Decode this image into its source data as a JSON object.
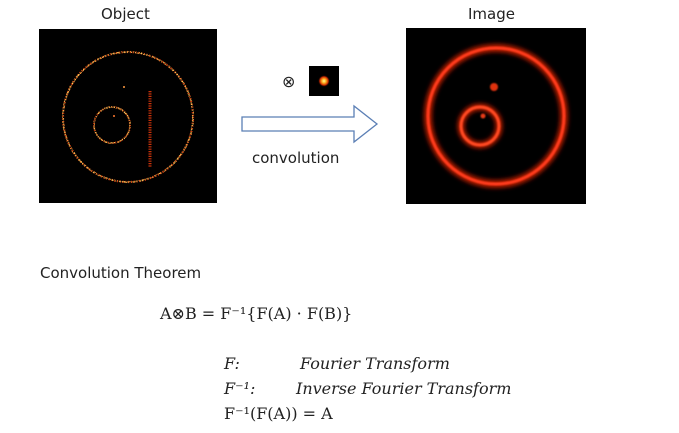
{
  "panels": {
    "object_title": "Object",
    "image_title": "Image"
  },
  "operator": {
    "symbol": "⊗",
    "label": "convolution"
  },
  "theorem": {
    "heading": "Convolution Theorem",
    "main_equation": "A⊗B = F⁻¹{F(A) · F(B)}",
    "definitions": [
      {
        "symbol": "F:",
        "text": "Fourier Transform"
      },
      {
        "symbol": "F⁻¹:",
        "text": "Inverse Fourier Transform"
      }
    ],
    "identity": "F⁻¹(F(A)) = A"
  },
  "colors": {
    "panel_background": "#000000",
    "ring_color": "#ff3b1a",
    "arrow_outline": "#5b7fb5"
  }
}
